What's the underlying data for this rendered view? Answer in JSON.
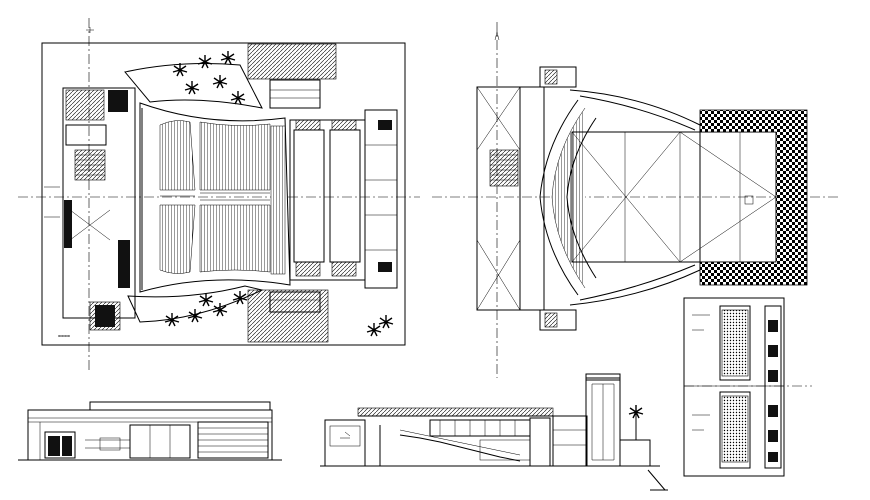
{
  "drawing": {
    "views": [
      "ground-floor-plan",
      "upper-floor-plan",
      "side-elevation",
      "longitudinal-section",
      "detail-plan"
    ],
    "line_color": "#000000",
    "background": "#ffffff"
  }
}
